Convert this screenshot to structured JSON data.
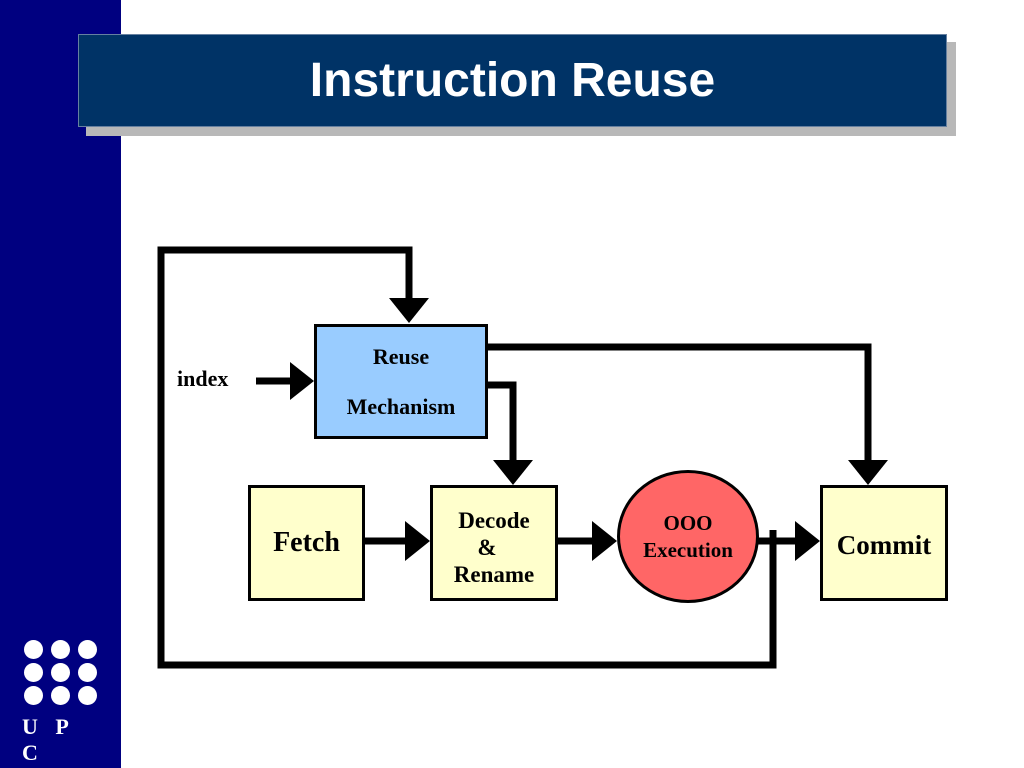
{
  "slide": {
    "title": "Instruction Reuse"
  },
  "logo": {
    "text": "U P C"
  },
  "diagram": {
    "nodes": {
      "reuse": {
        "line1": "Reuse",
        "line2": "Mechanism"
      },
      "fetch": {
        "label": "Fetch"
      },
      "decode": {
        "line1": "Decode",
        "line2": "&",
        "line3": "Rename"
      },
      "execution": {
        "line1": "OOO",
        "line2": "Execution"
      },
      "commit": {
        "label": "Commit"
      }
    },
    "input_label": "index"
  },
  "colors": {
    "sidebar": "#000080",
    "title_bar": "#003366",
    "reuse_fill": "#99ccff",
    "stage_fill": "#ffffcc",
    "execution_fill": "#ff6666"
  }
}
